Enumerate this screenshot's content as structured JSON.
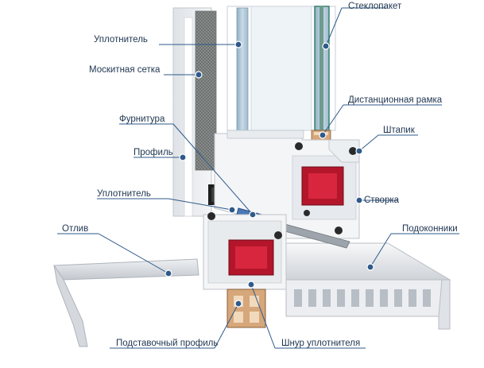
{
  "labels": {
    "glazing_unit": "Стеклопакет",
    "seal_top": "Уплотнитель",
    "mosquito_net": "Москитная сетка",
    "spacer_frame": "Дистанционная рамка",
    "hardware": "Фурнитура",
    "glazing_bead": "Штапик",
    "profile": "Профиль",
    "seal_bottom": "Уплотнитель",
    "sash": "Створка",
    "drip": "Отлив",
    "window_sill": "Подоконники",
    "support_profile": "Подставочный профиль",
    "seal_cord": "Шнур уплотнителя"
  },
  "colors": {
    "accent": "#2f5a8a",
    "label_text": "#1f3550",
    "pvc_white": "#f2f3f5",
    "pvc_shadow": "#cfd3d9",
    "glass": "#9fb9cc",
    "steel_red": "#b3162b",
    "wood": "#d6a77a",
    "hardware_blue": "#4a78b8"
  }
}
